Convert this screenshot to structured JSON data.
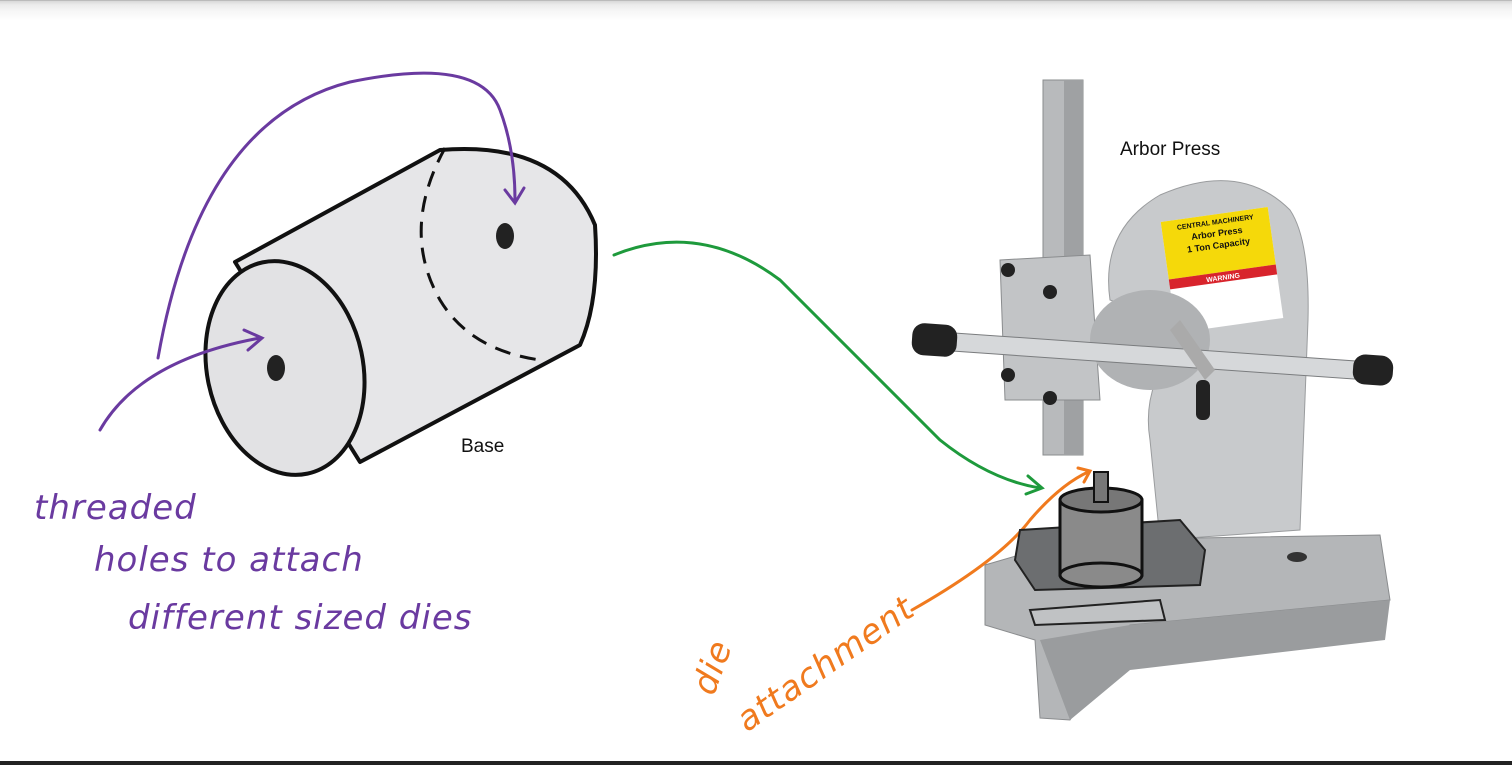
{
  "labels": {
    "arbor_press": "Arbor Press",
    "base": "Base"
  },
  "annotations": {
    "threaded_line1": "threaded",
    "threaded_line2": "holes to attach",
    "threaded_line3": "different sized dies",
    "die_line1": "die",
    "die_line2": "attachment"
  },
  "press_sticker": {
    "brand": "CENTRAL MACHINERY",
    "title": "Arbor Press",
    "capacity": "1 Ton Capacity",
    "warning": "WARNING"
  },
  "colors": {
    "purple_ink": "#6a3aa0",
    "green_ink": "#1e9a3c",
    "orange_ink": "#f07a1e",
    "sticker_yellow": "#f5d90a",
    "sticker_red": "#d8242c"
  }
}
